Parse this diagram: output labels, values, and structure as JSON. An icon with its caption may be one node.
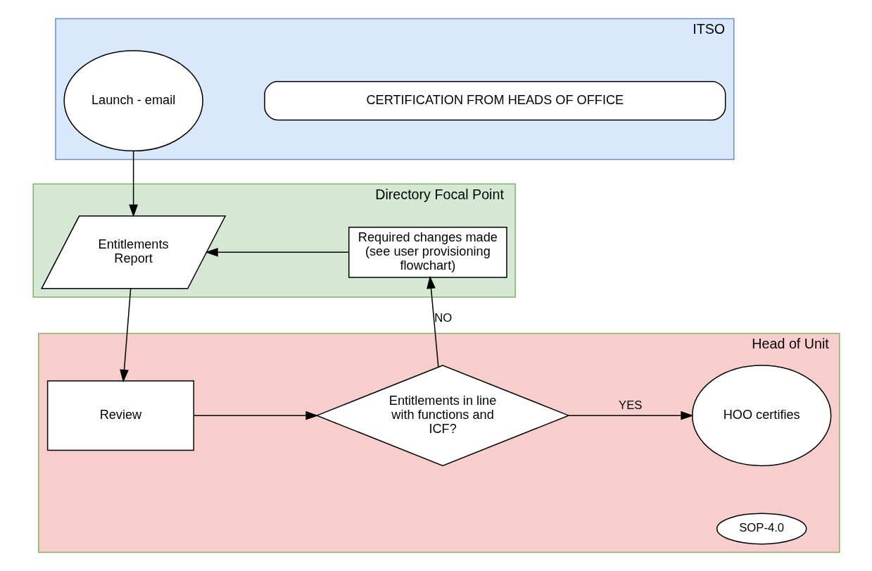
{
  "diagram": {
    "nodes": [
      {
        "text": [
          "ITSO"
        ]
      },
      {
        "text": [
          "CERTIFICATION FROM HEADS OF OFFICE"
        ],
        "in": 0
      },
      {
        "text": [
          "Launch - email"
        ],
        "in": 0
      },
      {
        "text": [
          "Directory Focal Point"
        ]
      },
      {
        "text": [
          "Entitlements Report"
        ],
        "in": 3
      },
      {
        "text": [
          "Required changes made (see user provisioning flowchart)"
        ],
        "in": 3
      },
      {
        "text": [
          "Head of Unit"
        ]
      },
      {
        "text": [
          "Review"
        ],
        "in": 6
      },
      {
        "text": [
          "Entitlements in line with functions and ICF?"
        ],
        "in": 6
      },
      {
        "text": [
          "HOO certifies"
        ],
        "in": 6
      },
      {
        "text": [
          "SOP-4.0"
        ],
        "in": 6
      }
    ],
    "edges": [
      {
        "from": 2,
        "to": 4,
        "arrow": "to"
      },
      {
        "from": 5,
        "to": 4,
        "arrow": "to"
      },
      {
        "from": 4,
        "to": 7,
        "arrow": "to"
      },
      {
        "from": 7,
        "to": 8,
        "arrow": "to"
      },
      {
        "from": 8,
        "to": 5,
        "arrow": "to",
        "label": "NO"
      },
      {
        "from": 8,
        "to": 9,
        "arrow": "to",
        "label": "YES"
      }
    ]
  }
}
